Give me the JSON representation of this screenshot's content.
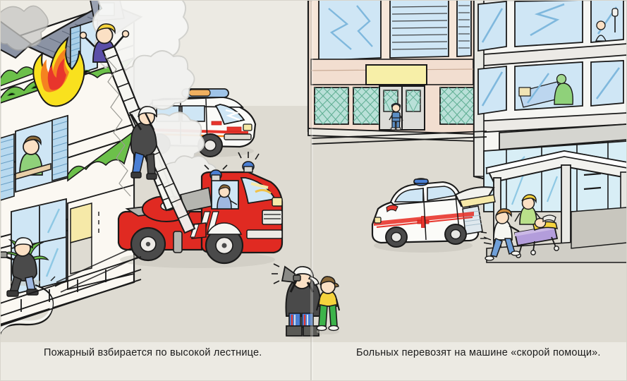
{
  "scene": {
    "title": "Emergency services illustration spread",
    "type": "children-book-illustration",
    "background_color": "#e9e7e0",
    "ground_color": "#dedbd2",
    "gutter_color": "#c9c6bd"
  },
  "captions": {
    "left": "Пожарный взбирается по высокой лестнице.",
    "right": "Больных перевозят на машине «скорой помощи»."
  },
  "palette": {
    "fire_red": "#e8352c",
    "fire_orange": "#f58220",
    "fire_yellow": "#f9e11e",
    "truck_red": "#e02a22",
    "truck_red_dark": "#b01e18",
    "smoke": "#f2f2f0",
    "smoke_shade": "#d8d8d6",
    "roof_slate": "#8b93a4",
    "shutter_blue": "#b8d9ef",
    "window_glass": "#cfe6f5",
    "glass_teal": "#b9e0d8",
    "lattice_green": "#7bbfa4",
    "building_beige": "#f2ded0",
    "hospital_white": "#f6f6f3",
    "foliage_green": "#6cc04a",
    "foliage_dark": "#3f9e31",
    "police_blue": "#5b8ec4",
    "light_blue": "#4a7fd4",
    "gurney_purple": "#b39ddb",
    "shirt_yellow": "#f5d33d",
    "pants_green": "#3cb34a",
    "coat_green": "#8fd17a",
    "firefighter_dark": "#4a4a4a",
    "outline": "#1a1a1a",
    "ink": "#1b1b1b",
    "hydrant_red": "#d43b2d",
    "sign_yellow": "#f7efa8",
    "road_gray": "#dddbd3"
  },
  "left_page": {
    "label": "Fire rescue scene",
    "elements": [
      {
        "name": "burning-apartment-building",
        "description": "Corner apartment block with slate roof, blue shutters, flames on balcony"
      },
      {
        "name": "fire-flames",
        "description": "Orange and yellow flames at second-floor balcony"
      },
      {
        "name": "smoke-cloud",
        "description": "Large white smoke billowing upward"
      },
      {
        "name": "person-waving-at-window",
        "clothing": "purple shirt, blonde hair"
      },
      {
        "name": "person-at-lower-window",
        "clothing": "green shirt"
      },
      {
        "name": "extension-ladder",
        "description": "White aerial ladder from truck to upper window"
      },
      {
        "name": "firefighter-climbing-ladder",
        "clothing": "dark coat, white helmet"
      },
      {
        "name": "fire-truck",
        "color": "red",
        "description": "Ladder truck with blue flashers and driver in cab"
      },
      {
        "name": "fire-truck-driver",
        "clothing": "light blue"
      },
      {
        "name": "ambulance-van",
        "color": "white with red stripe",
        "description": "Van parked in background with blue light bar"
      },
      {
        "name": "firefighter-with-hose",
        "clothing": "dark coat, white helmet"
      },
      {
        "name": "fire-hose",
        "color": "white"
      },
      {
        "name": "palm-shrub",
        "description": "Small palm by the ground-floor window"
      },
      {
        "name": "hedge-row",
        "description": "Green hedges along balcony edges"
      }
    ]
  },
  "center": {
    "elements": [
      {
        "name": "firefighter-with-megaphone",
        "clothing": "dark coat, blue striped trousers, boots"
      },
      {
        "name": "child-bystander",
        "clothing": "yellow shirt, green trousers, cap"
      },
      {
        "name": "book-gutter",
        "description": "Vertical fold line of the book spread"
      }
    ]
  },
  "right_page": {
    "label": "Hospital / ambulance scene",
    "elements": [
      {
        "name": "office-building",
        "color": "beige",
        "description": "Building with venetian blinds and green lattice windows"
      },
      {
        "name": "entrance-sign",
        "color": "yellow",
        "text": ""
      },
      {
        "name": "police-officer",
        "clothing": "blue uniform and cap"
      },
      {
        "name": "ambulance-wagon",
        "color": "white with red cross",
        "description": "Estate-car ambulance with open rear hatch and blue beacon"
      },
      {
        "name": "hospital-building",
        "color": "white",
        "description": "Multi-storey hospital with large windows"
      },
      {
        "name": "hospital-canopy",
        "description": "Flat-roofed entrance canopy over glass doors"
      },
      {
        "name": "patient-on-gurney",
        "clothing": "yellow blanket"
      },
      {
        "name": "gurney",
        "color": "purple"
      },
      {
        "name": "orderly-pushing-gurney",
        "clothing": "white coat, blue trousers"
      },
      {
        "name": "nurse",
        "clothing": "green top, blonde hair"
      },
      {
        "name": "patient-in-window-with-iv",
        "description": "Patient in upper window beside IV drip stand"
      },
      {
        "name": "patient-in-bed-window",
        "clothing": "green",
        "description": "Visitor beside hospital bed"
      }
    ]
  }
}
